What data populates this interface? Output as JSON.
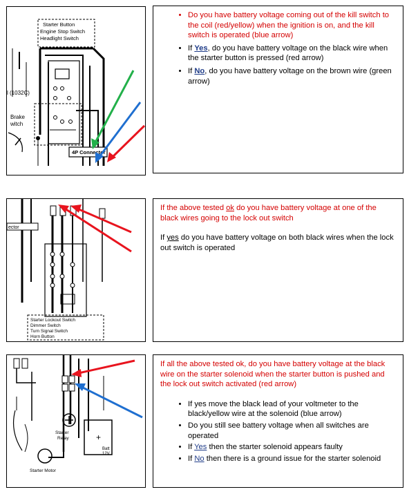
{
  "block1": {
    "diagram": {
      "labels": [
        "Starter Button",
        "Engine Stop Switch",
        "Headlight Switch",
        "l (1032C)",
        "Brake",
        "witch",
        "4P Connector"
      ]
    },
    "bullets": [
      {
        "text": "Do you have battery voltage coming out of the kill switch to the coil (red/yellow) when the ignition is on, and the kill switch is operated (blue arrow)"
      },
      {
        "prefix": "If ",
        "key": "Yes",
        "rest": ", do you have battery voltage on the black wire when the starter button is pressed (red arrow)"
      },
      {
        "prefix": "If ",
        "key": "No",
        "rest": ", do you have battery voltage on the brown wire (green arrow)"
      }
    ]
  },
  "block2": {
    "diagram": {
      "labels": [
        "ector",
        "Starter Lockout Switch",
        "Dimmer Switch",
        "Turn Signal Switch",
        "Horn Button"
      ]
    },
    "heading_pre": "If the above tested ",
    "heading_key": "ok",
    "heading_post": " do you have battery voltage at one of the black wires going to the lock out switch",
    "para_pre": "If ",
    "para_key": "yes",
    "para_post": " do you have battery voltage on both black wires when the lock out switch is operated"
  },
  "block3": {
    "diagram": {
      "labels": [
        "Starter",
        "Relay",
        "Batt",
        "12V",
        "Starter Motor",
        "+"
      ]
    },
    "heading": "If all the above tested ok, do you have battery voltage at the black wire on the starter solenoid when the starter button is pushed and the lock out switch activated (red arrow)",
    "bullets": [
      {
        "text": "If yes move the black lead of your voltmeter to the black/yellow wire at the solenoid (blue arrow)"
      },
      {
        "text": "Do you still see battery voltage when all switches are operated"
      },
      {
        "prefix": "If ",
        "key": "Yes",
        "rest": " then the starter solenoid appears faulty"
      },
      {
        "prefix": "If ",
        "key": "No",
        "rest": " then there is a ground issue for the starter solenoid"
      }
    ]
  },
  "colors": {
    "question": "#d40000",
    "arrow_red": "#e8141e",
    "arrow_blue": "#1f6fd0",
    "arrow_green": "#22b04a"
  }
}
